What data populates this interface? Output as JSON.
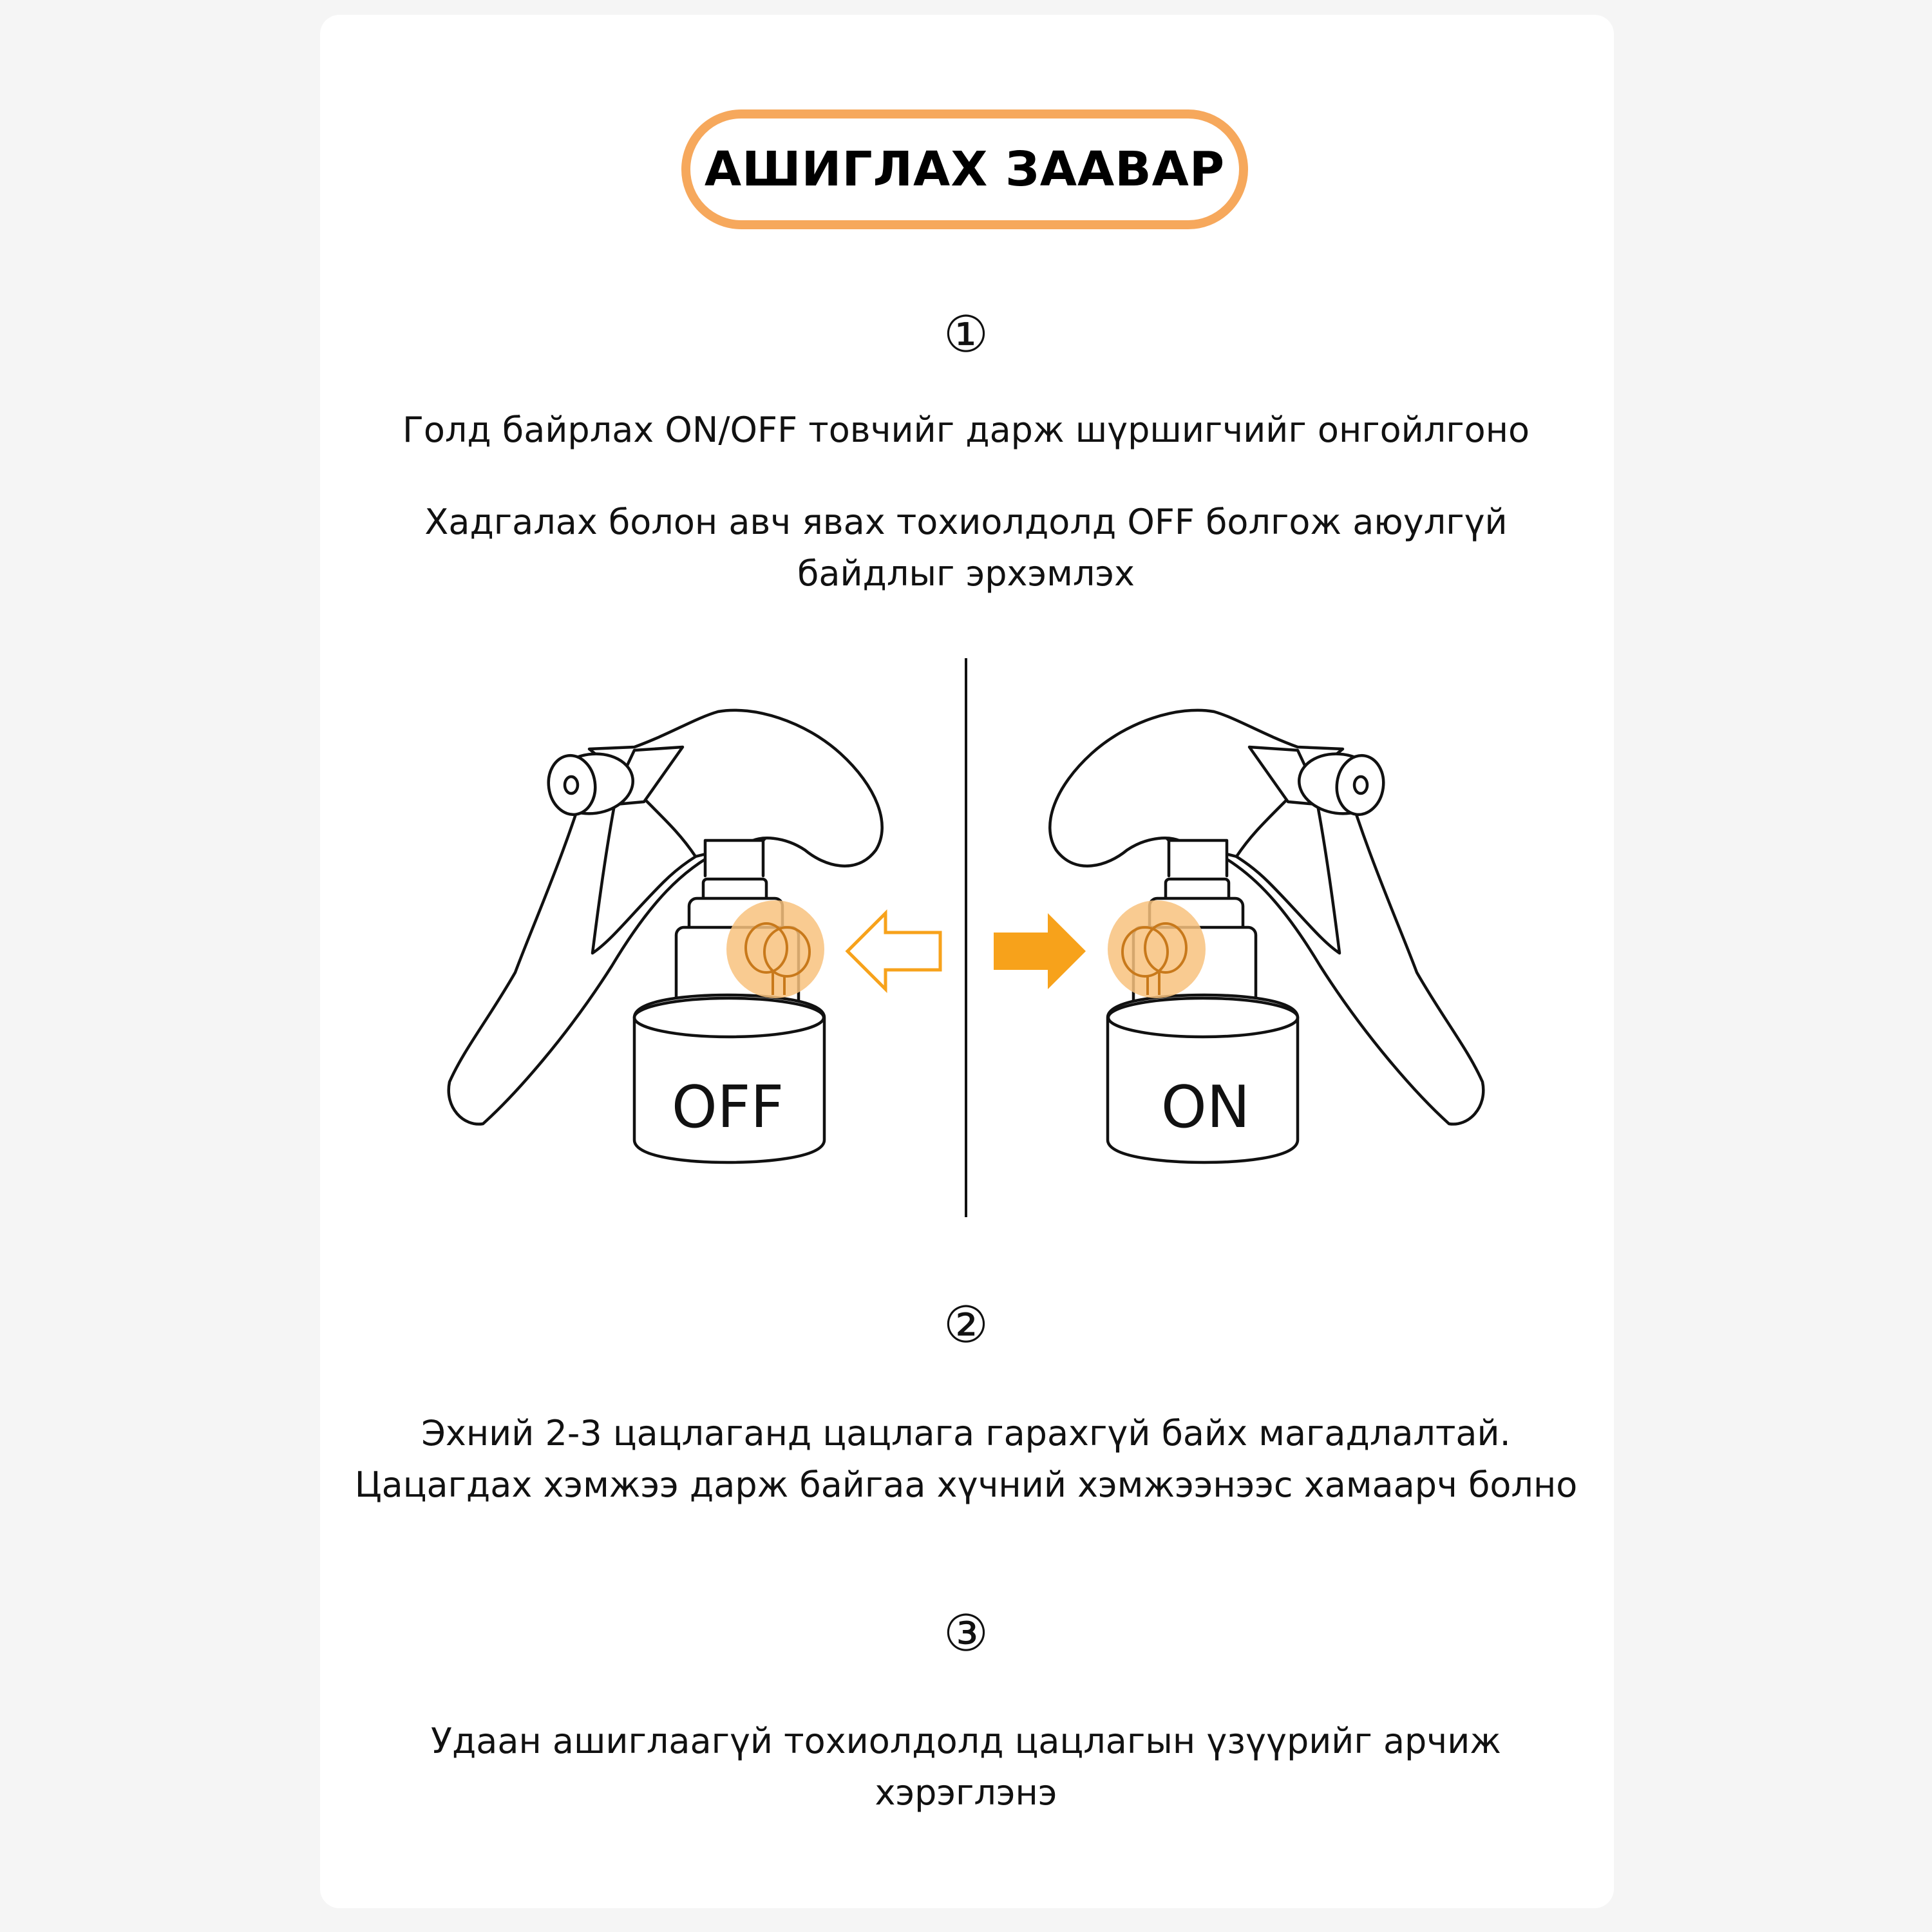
{
  "title": "АШИГЛАХ ЗААВАР",
  "colors": {
    "accent": "#f6a85c",
    "arrow_fill": "#f7a21b",
    "highlight": "#f8c27e",
    "line": "#111111"
  },
  "steps": [
    {
      "number": "①",
      "lines": [
        "Голд байрлах  ON/OFF товчийг дарж шүршигчийг онгойлгоно",
        "Хадгалах болон авч явах тохиолдолд OFF болгож аюулгүй",
        "байдлыг эрхэмлэх"
      ]
    },
    {
      "number": "②",
      "lines": [
        "Эхний 2-3 цацлаганд цацлага гарахгүй байх магадлалтай.",
        "Цацагдах хэмжээ дарж байгаа хүчний хэмжээнээс хамаарч болно"
      ]
    },
    {
      "number": "③",
      "lines": [
        "Удаан ашиглаагүй тохиолдолд цацлагын үзүүрийг арчиж",
        "хэрэглэнэ"
      ]
    }
  ],
  "illustration": {
    "left_label": "OFF",
    "right_label": "ON",
    "icons": [
      "spray-trigger-icon",
      "arrow-left-outline-icon",
      "arrow-right-filled-icon"
    ]
  }
}
